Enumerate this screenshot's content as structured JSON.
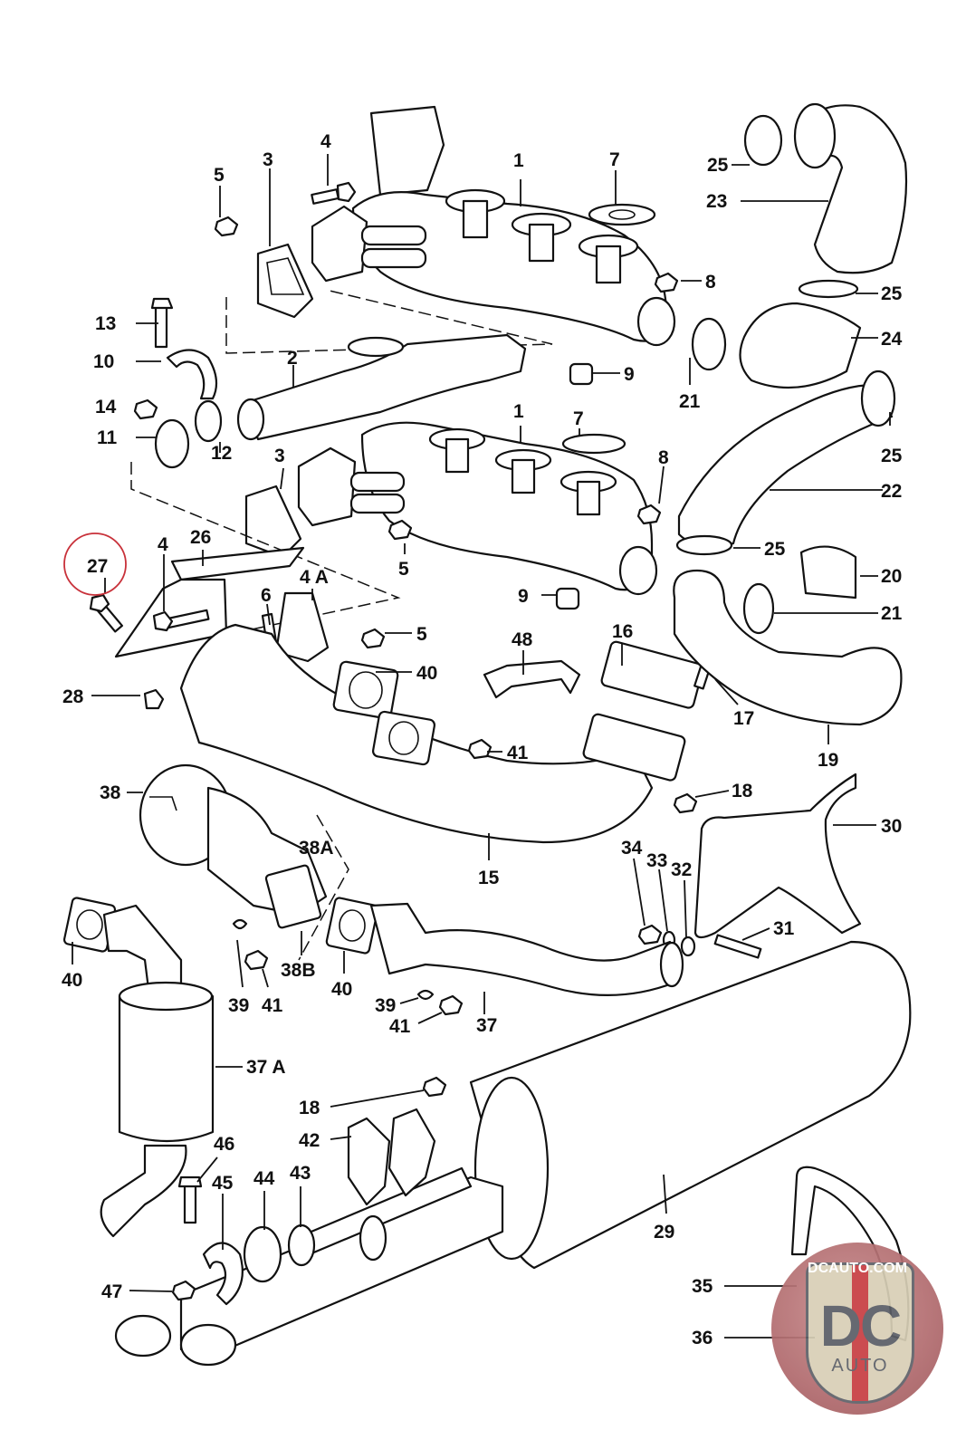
{
  "diagram": {
    "title": "Exhaust system exploded parts diagram",
    "highlight_color": "#c8313a",
    "highlighted_part": "27",
    "callouts": [
      {
        "id": "c1a",
        "text": "1"
      },
      {
        "id": "c1b",
        "text": "1"
      },
      {
        "id": "c2",
        "text": "2"
      },
      {
        "id": "c3a",
        "text": "3"
      },
      {
        "id": "c3b",
        "text": "3"
      },
      {
        "id": "c4a",
        "text": "4"
      },
      {
        "id": "c4b",
        "text": "4"
      },
      {
        "id": "c4A",
        "text": "4 A"
      },
      {
        "id": "c5a",
        "text": "5"
      },
      {
        "id": "c5b",
        "text": "5"
      },
      {
        "id": "c5c",
        "text": "5"
      },
      {
        "id": "c6",
        "text": "6"
      },
      {
        "id": "c7a",
        "text": "7"
      },
      {
        "id": "c7b",
        "text": "7"
      },
      {
        "id": "c8a",
        "text": "8"
      },
      {
        "id": "c8b",
        "text": "8"
      },
      {
        "id": "c9a",
        "text": "9"
      },
      {
        "id": "c9b",
        "text": "9"
      },
      {
        "id": "c10",
        "text": "10"
      },
      {
        "id": "c11",
        "text": "11"
      },
      {
        "id": "c12",
        "text": "12"
      },
      {
        "id": "c13",
        "text": "13"
      },
      {
        "id": "c14",
        "text": "14"
      },
      {
        "id": "c15",
        "text": "15"
      },
      {
        "id": "c16",
        "text": "16"
      },
      {
        "id": "c17",
        "text": "17"
      },
      {
        "id": "c18a",
        "text": "18"
      },
      {
        "id": "c18b",
        "text": "18"
      },
      {
        "id": "c19",
        "text": "19"
      },
      {
        "id": "c20",
        "text": "20"
      },
      {
        "id": "c21a",
        "text": "21"
      },
      {
        "id": "c21b",
        "text": "21"
      },
      {
        "id": "c22",
        "text": "22"
      },
      {
        "id": "c23",
        "text": "23"
      },
      {
        "id": "c24",
        "text": "24"
      },
      {
        "id": "c25a",
        "text": "25"
      },
      {
        "id": "c25b",
        "text": "25"
      },
      {
        "id": "c25c",
        "text": "25"
      },
      {
        "id": "c25d",
        "text": "25"
      },
      {
        "id": "c26",
        "text": "26"
      },
      {
        "id": "c27",
        "text": "27"
      },
      {
        "id": "c28",
        "text": "28"
      },
      {
        "id": "c29",
        "text": "29"
      },
      {
        "id": "c30",
        "text": "30"
      },
      {
        "id": "c31",
        "text": "31"
      },
      {
        "id": "c32",
        "text": "32"
      },
      {
        "id": "c33",
        "text": "33"
      },
      {
        "id": "c34",
        "text": "34"
      },
      {
        "id": "c35",
        "text": "35"
      },
      {
        "id": "c36",
        "text": "36"
      },
      {
        "id": "c37",
        "text": "37"
      },
      {
        "id": "c37A",
        "text": "37 A"
      },
      {
        "id": "c38",
        "text": "38"
      },
      {
        "id": "c38A",
        "text": "38A"
      },
      {
        "id": "c38B",
        "text": "38B"
      },
      {
        "id": "c39a",
        "text": "39"
      },
      {
        "id": "c39b",
        "text": "39"
      },
      {
        "id": "c40a",
        "text": "40"
      },
      {
        "id": "c40b",
        "text": "40"
      },
      {
        "id": "c40c",
        "text": "40"
      },
      {
        "id": "c41a",
        "text": "41"
      },
      {
        "id": "c41b",
        "text": "41"
      },
      {
        "id": "c41c",
        "text": "41"
      },
      {
        "id": "c42",
        "text": "42"
      },
      {
        "id": "c43",
        "text": "43"
      },
      {
        "id": "c44",
        "text": "44"
      },
      {
        "id": "c45",
        "text": "45"
      },
      {
        "id": "c46",
        "text": "46"
      },
      {
        "id": "c47",
        "text": "47"
      },
      {
        "id": "c48",
        "text": "48"
      }
    ]
  },
  "watermark": {
    "url_text": "DCAUTO.COM",
    "logo_text": "DC",
    "logo_subtext": "AUTO"
  }
}
